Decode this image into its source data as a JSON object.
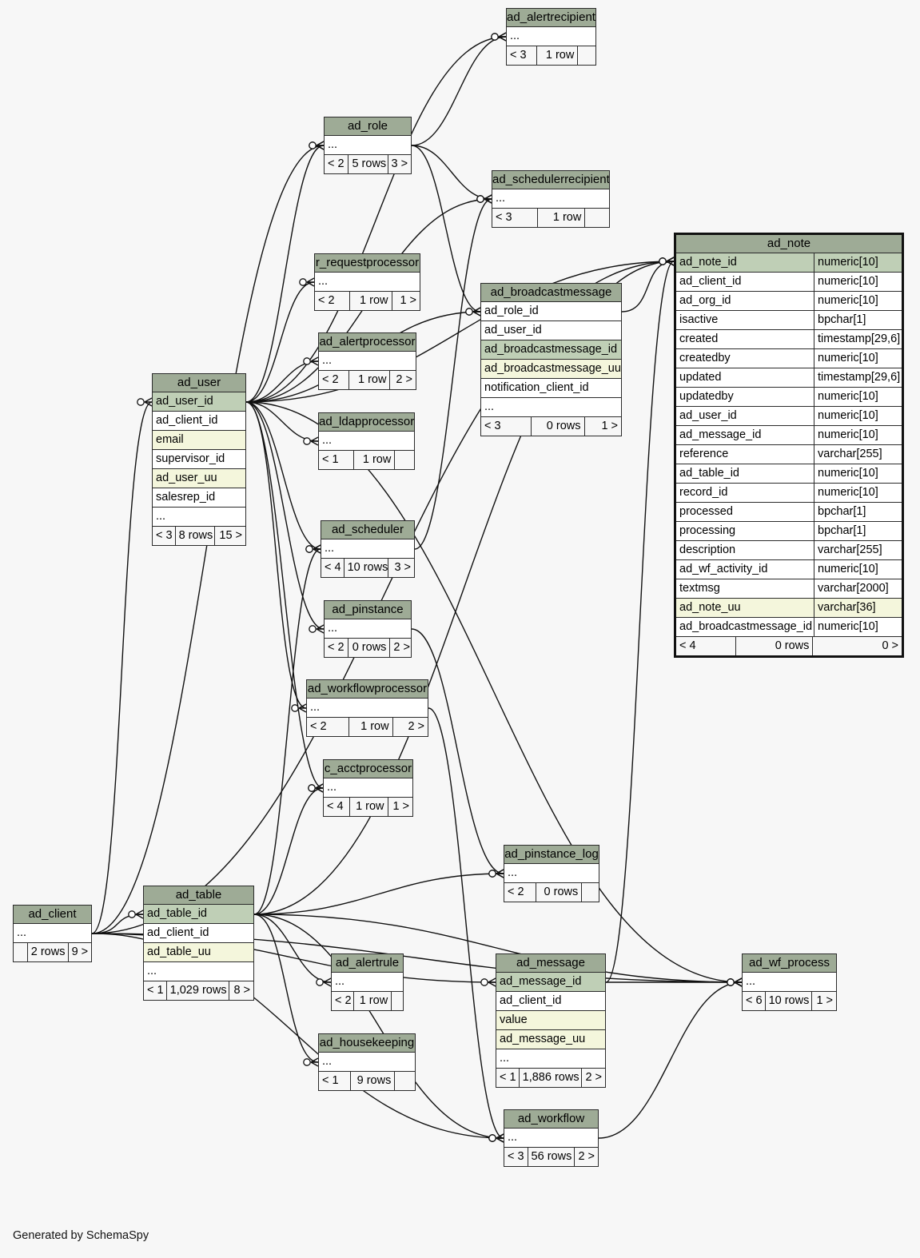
{
  "diagram": {
    "footer": "Generated by SchemaSpy",
    "colors": {
      "header": "#9eab96",
      "primary_key": "#bfcfb6",
      "unique": "#f4f6dc",
      "background": "#f7f7f7"
    },
    "tables": [
      {
        "name": "ad_alertrecipient",
        "columns": [
          {
            "name": "..."
          }
        ],
        "footer": [
          "< 3",
          "1 row",
          ""
        ]
      },
      {
        "name": "ad_role",
        "columns": [
          {
            "name": "..."
          }
        ],
        "footer": [
          "< 2",
          "5 rows",
          "3 >"
        ]
      },
      {
        "name": "ad_schedulerrecipient",
        "columns": [
          {
            "name": "..."
          }
        ],
        "footer": [
          "< 3",
          "1 row",
          ""
        ]
      },
      {
        "name": "r_requestprocessor",
        "columns": [
          {
            "name": "..."
          }
        ],
        "footer": [
          "< 2",
          "1 row",
          "1 >"
        ]
      },
      {
        "name": "ad_alertprocessor",
        "columns": [
          {
            "name": "..."
          }
        ],
        "footer": [
          "< 2",
          "1 row",
          "2 >"
        ]
      },
      {
        "name": "ad_ldapprocessor",
        "columns": [
          {
            "name": "..."
          }
        ],
        "footer": [
          "< 1",
          "1 row",
          ""
        ]
      },
      {
        "name": "ad_broadcastmessage",
        "columns": [
          {
            "name": "ad_role_id"
          },
          {
            "name": "ad_user_id"
          },
          {
            "name": "ad_broadcastmessage_id",
            "kind": "pk"
          },
          {
            "name": "ad_broadcastmessage_uu",
            "kind": "uq"
          },
          {
            "name": "notification_client_id"
          },
          {
            "name": "..."
          }
        ],
        "footer": [
          "< 3",
          "0 rows",
          "1 >"
        ]
      },
      {
        "name": "ad_user",
        "columns": [
          {
            "name": "ad_user_id",
            "kind": "pk"
          },
          {
            "name": "ad_client_id"
          },
          {
            "name": "email",
            "kind": "uq"
          },
          {
            "name": "supervisor_id"
          },
          {
            "name": "ad_user_uu",
            "kind": "uq"
          },
          {
            "name": "salesrep_id"
          },
          {
            "name": "..."
          }
        ],
        "footer": [
          "< 3",
          "8 rows",
          "15 >"
        ]
      },
      {
        "name": "ad_scheduler",
        "columns": [
          {
            "name": "..."
          }
        ],
        "footer": [
          "< 4",
          "10 rows",
          "3 >"
        ]
      },
      {
        "name": "ad_pinstance",
        "columns": [
          {
            "name": "..."
          }
        ],
        "footer": [
          "< 2",
          "0 rows",
          "2 >"
        ]
      },
      {
        "name": "ad_workflowprocessor",
        "columns": [
          {
            "name": "..."
          }
        ],
        "footer": [
          "< 2",
          "1 row",
          "2 >"
        ]
      },
      {
        "name": "c_acctprocessor",
        "columns": [
          {
            "name": "..."
          }
        ],
        "footer": [
          "< 4",
          "1 row",
          "1 >"
        ]
      },
      {
        "name": "ad_pinstance_log",
        "columns": [
          {
            "name": "..."
          }
        ],
        "footer": [
          "< 2",
          "0 rows",
          ""
        ]
      },
      {
        "name": "ad_client",
        "columns": [
          {
            "name": "..."
          }
        ],
        "footer": [
          "",
          "2 rows",
          "9 >"
        ]
      },
      {
        "name": "ad_table",
        "columns": [
          {
            "name": "ad_table_id",
            "kind": "pk"
          },
          {
            "name": "ad_client_id"
          },
          {
            "name": "ad_table_uu",
            "kind": "uq"
          },
          {
            "name": "..."
          }
        ],
        "footer": [
          "< 1",
          "1,029 rows",
          "8 >"
        ]
      },
      {
        "name": "ad_alertrule",
        "columns": [
          {
            "name": "..."
          }
        ],
        "footer": [
          "< 2",
          "1 row",
          ""
        ]
      },
      {
        "name": "ad_housekeeping",
        "columns": [
          {
            "name": "..."
          }
        ],
        "footer": [
          "< 1",
          "9 rows",
          ""
        ]
      },
      {
        "name": "ad_message",
        "columns": [
          {
            "name": "ad_message_id",
            "kind": "pk"
          },
          {
            "name": "ad_client_id"
          },
          {
            "name": "value",
            "kind": "uq"
          },
          {
            "name": "ad_message_uu",
            "kind": "uq"
          },
          {
            "name": "..."
          }
        ],
        "footer": [
          "< 1",
          "1,886 rows",
          "2 >"
        ]
      },
      {
        "name": "ad_workflow",
        "columns": [
          {
            "name": "..."
          }
        ],
        "footer": [
          "< 3",
          "56 rows",
          "2 >"
        ]
      },
      {
        "name": "ad_wf_process",
        "columns": [
          {
            "name": "..."
          }
        ],
        "footer": [
          "< 6",
          "10 rows",
          "1 >"
        ]
      },
      {
        "name": "ad_note",
        "focus": true,
        "columns": [
          {
            "name": "ad_note_id",
            "type": "numeric[10]",
            "kind": "pk"
          },
          {
            "name": "ad_client_id",
            "type": "numeric[10]"
          },
          {
            "name": "ad_org_id",
            "type": "numeric[10]"
          },
          {
            "name": "isactive",
            "type": "bpchar[1]"
          },
          {
            "name": "created",
            "type": "timestamp[29,6]"
          },
          {
            "name": "createdby",
            "type": "numeric[10]"
          },
          {
            "name": "updated",
            "type": "timestamp[29,6]"
          },
          {
            "name": "updatedby",
            "type": "numeric[10]"
          },
          {
            "name": "ad_user_id",
            "type": "numeric[10]"
          },
          {
            "name": "ad_message_id",
            "type": "numeric[10]"
          },
          {
            "name": "reference",
            "type": "varchar[255]"
          },
          {
            "name": "ad_table_id",
            "type": "numeric[10]"
          },
          {
            "name": "record_id",
            "type": "numeric[10]"
          },
          {
            "name": "processed",
            "type": "bpchar[1]"
          },
          {
            "name": "processing",
            "type": "bpchar[1]"
          },
          {
            "name": "description",
            "type": "varchar[255]"
          },
          {
            "name": "ad_wf_activity_id",
            "type": "numeric[10]"
          },
          {
            "name": "textmsg",
            "type": "varchar[2000]"
          },
          {
            "name": "ad_note_uu",
            "type": "varchar[36]",
            "kind": "uq"
          },
          {
            "name": "ad_broadcastmessage_id",
            "type": "numeric[10]"
          }
        ],
        "footer": [
          "< 4",
          "0 rows",
          "0 >"
        ]
      }
    ],
    "relationships": [
      {
        "from": "ad_client",
        "to": "ad_user"
      },
      {
        "from": "ad_client",
        "to": "ad_table"
      },
      {
        "from": "ad_client",
        "to": "ad_role"
      },
      {
        "from": "ad_client",
        "to": "ad_message"
      },
      {
        "from": "ad_client",
        "to": "ad_workflow"
      },
      {
        "from": "ad_client",
        "to": "ad_wf_process"
      },
      {
        "from": "ad_client",
        "to": "ad_note"
      },
      {
        "from": "ad_user",
        "to": "ad_alertrecipient"
      },
      {
        "from": "ad_user",
        "to": "ad_role"
      },
      {
        "from": "ad_user",
        "to": "ad_schedulerrecipient"
      },
      {
        "from": "ad_user",
        "to": "r_requestprocessor"
      },
      {
        "from": "ad_user",
        "to": "ad_alertprocessor"
      },
      {
        "from": "ad_user",
        "to": "ad_ldapprocessor"
      },
      {
        "from": "ad_user",
        "to": "ad_broadcastmessage"
      },
      {
        "from": "ad_user",
        "to": "ad_scheduler"
      },
      {
        "from": "ad_user",
        "to": "ad_pinstance"
      },
      {
        "from": "ad_user",
        "to": "ad_workflowprocessor"
      },
      {
        "from": "ad_user",
        "to": "c_acctprocessor"
      },
      {
        "from": "ad_user",
        "to": "ad_note"
      },
      {
        "from": "ad_user",
        "to": "ad_wf_process"
      },
      {
        "from": "ad_role",
        "to": "ad_alertrecipient"
      },
      {
        "from": "ad_role",
        "to": "ad_schedulerrecipient"
      },
      {
        "from": "ad_role",
        "to": "ad_broadcastmessage"
      },
      {
        "from": "ad_scheduler",
        "to": "ad_schedulerrecipient"
      },
      {
        "from": "ad_pinstance",
        "to": "ad_pinstance_log"
      },
      {
        "from": "ad_workflowprocessor",
        "to": "ad_workflow"
      },
      {
        "from": "ad_table",
        "to": "ad_scheduler"
      },
      {
        "from": "ad_table",
        "to": "c_acctprocessor"
      },
      {
        "from": "ad_table",
        "to": "ad_pinstance_log"
      },
      {
        "from": "ad_table",
        "to": "ad_alertrule"
      },
      {
        "from": "ad_table",
        "to": "ad_housekeeping"
      },
      {
        "from": "ad_table",
        "to": "ad_workflow"
      },
      {
        "from": "ad_table",
        "to": "ad_wf_process"
      },
      {
        "from": "ad_table",
        "to": "ad_note"
      },
      {
        "from": "ad_message",
        "to": "ad_note"
      },
      {
        "from": "ad_message",
        "to": "ad_wf_process"
      },
      {
        "from": "ad_broadcastmessage",
        "to": "ad_note"
      },
      {
        "from": "ad_workflow",
        "to": "ad_wf_process"
      }
    ]
  }
}
